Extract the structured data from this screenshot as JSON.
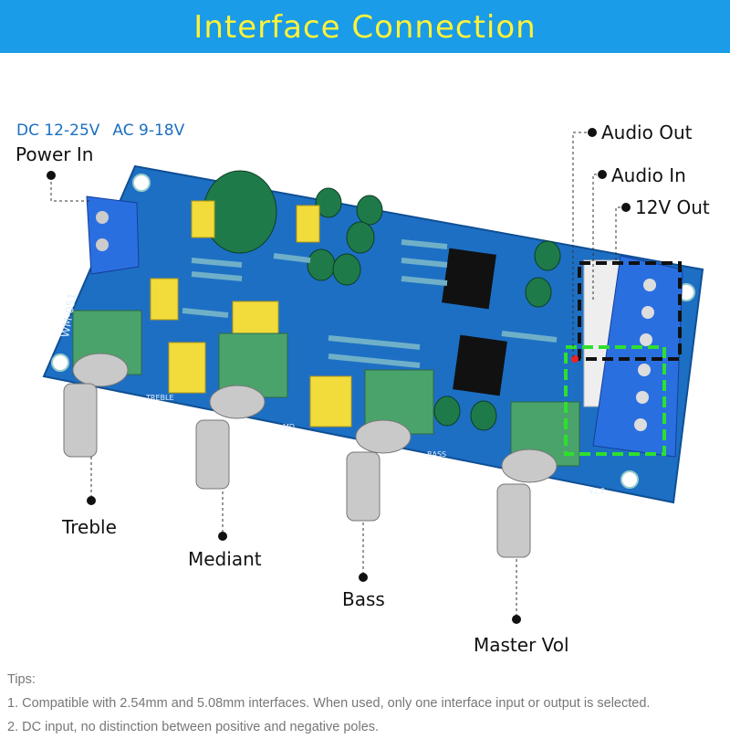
{
  "header": {
    "title": "Interface Connection"
  },
  "power": {
    "dc_spec": "DC 12-25V",
    "ac_spec": "AC 9-18V",
    "label": "Power In"
  },
  "connectors": {
    "audio_out": "Audio Out",
    "audio_in": "Audio In",
    "out_12v": "12V Out"
  },
  "knobs": {
    "treble": "Treble",
    "mediant": "Mediant",
    "bass": "Bass",
    "master": "Master Vol"
  },
  "board_silkscreen": {
    "model": "WM-051",
    "treble": "TREBLE",
    "mid": "MD",
    "bass": "BASS",
    "version": "V1.2"
  },
  "tips": {
    "title": "Tips:",
    "items": [
      "1. Compatible with 2.54mm and 5.08mm interfaces. When used, only one interface input or output is selected.",
      "2. DC input, no distinction between positive and negative poles."
    ]
  },
  "colors": {
    "header_bg": "#1a9ce8",
    "header_text": "#fff23a",
    "board": "#1d6fc4",
    "spec_text": "#1a6fc0"
  }
}
